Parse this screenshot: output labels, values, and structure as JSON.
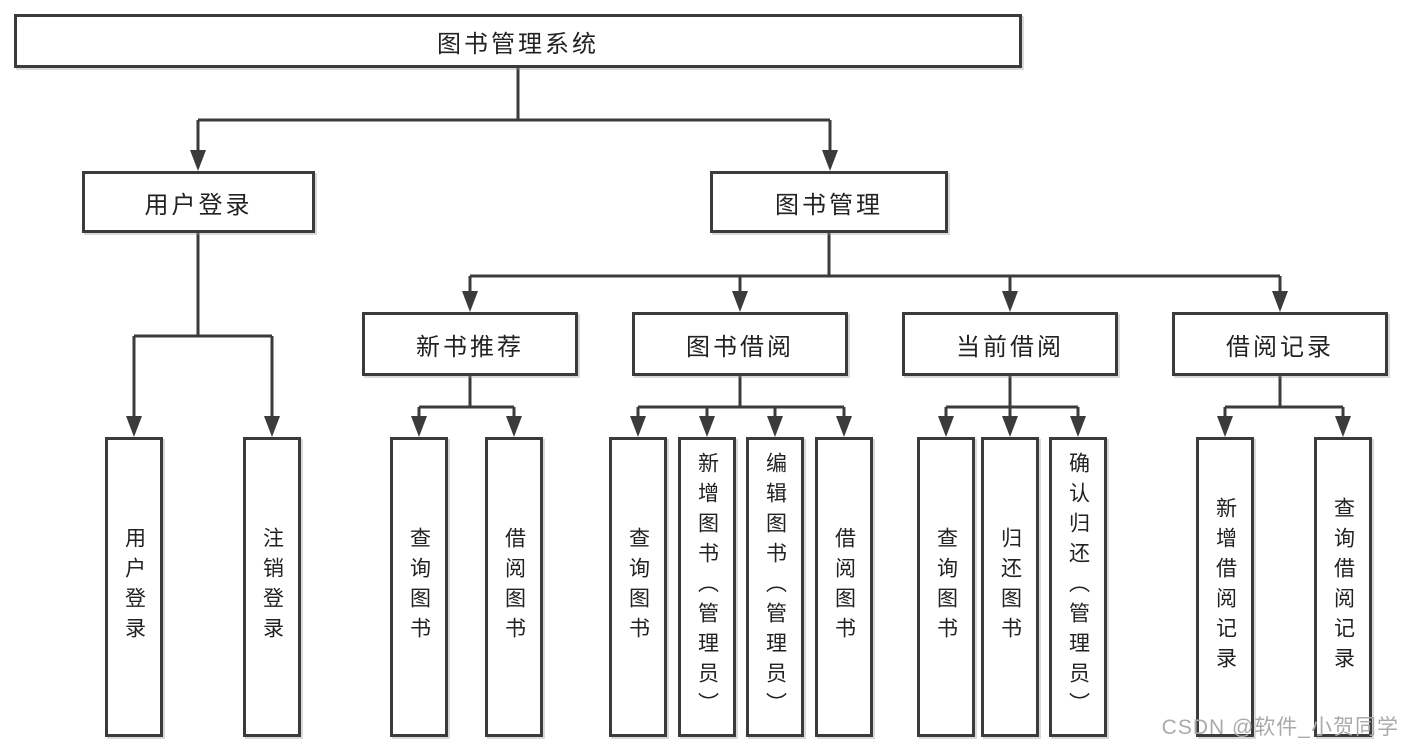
{
  "colors": {
    "line": "#3b3b3b",
    "text": "#222222",
    "watermark": "#aaaaaa",
    "background": "#ffffff"
  },
  "watermark": {
    "text": "CSDN @软件_小贺同学"
  },
  "tree": {
    "root": {
      "label": "图书管理系统",
      "children": [
        {
          "label": "用户登录",
          "children": [
            {
              "label": "用户登录"
            },
            {
              "label": "注销登录"
            }
          ]
        },
        {
          "label": "图书管理",
          "children": [
            {
              "label": "新书推荐",
              "children": [
                {
                  "label": "查询图书"
                },
                {
                  "label": "借阅图书"
                }
              ]
            },
            {
              "label": "图书借阅",
              "children": [
                {
                  "label": "查询图书"
                },
                {
                  "label": "新增图书（管理员）"
                },
                {
                  "label": "编辑图书（管理员）"
                },
                {
                  "label": "借阅图书"
                }
              ]
            },
            {
              "label": "当前借阅",
              "children": [
                {
                  "label": "查询图书"
                },
                {
                  "label": "归还图书"
                },
                {
                  "label": "确认归还（管理员）"
                }
              ]
            },
            {
              "label": "借阅记录",
              "children": [
                {
                  "label": "新增借阅记录"
                },
                {
                  "label": "查询借阅记录"
                }
              ]
            }
          ]
        }
      ]
    }
  }
}
